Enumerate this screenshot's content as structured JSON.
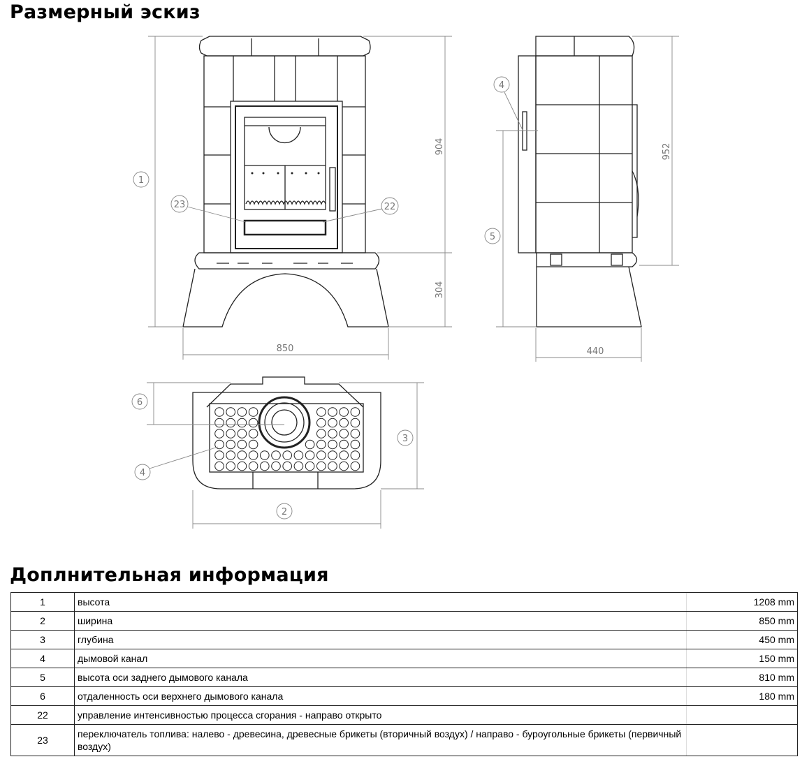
{
  "headings": {
    "sketch": "Размерный эскиз",
    "info": "Доплнительная информация"
  },
  "drawing": {
    "front": {
      "label_height": "1",
      "dim_upper": "904",
      "dim_lower": "304",
      "dim_width": "850",
      "callout_left": "23",
      "callout_right": "22"
    },
    "side": {
      "callout_flue": "4",
      "callout_flue_height": "5",
      "dim_height": "952",
      "dim_depth": "440"
    },
    "top": {
      "callout_offset": "6",
      "callout_depth": "3",
      "callout_width": "2",
      "callout_flue": "4"
    }
  },
  "table": {
    "rows": [
      {
        "num": "1",
        "desc": "высота",
        "value": "1208 mm"
      },
      {
        "num": "2",
        "desc": "ширина",
        "value": "850 mm"
      },
      {
        "num": "3",
        "desc": "глубина",
        "value": "450 mm"
      },
      {
        "num": "4",
        "desc": "дымовой канал",
        "value": "150 mm"
      },
      {
        "num": "5",
        "desc": "высота оси заднего дымового канала",
        "value": "810 mm"
      },
      {
        "num": "6",
        "desc": "отдаленность оси верхнего дымового канала",
        "value": "180 mm"
      },
      {
        "num": "22",
        "desc": "управление интенсивностью процесса сгорания - направо открыто",
        "value": ""
      },
      {
        "num": "23",
        "desc": "переключатель топлива: налево - древесина, древесные брикеты (вторичный воздух) / направо - буроугольные брикеты (первичный воздух)",
        "value": ""
      }
    ]
  }
}
